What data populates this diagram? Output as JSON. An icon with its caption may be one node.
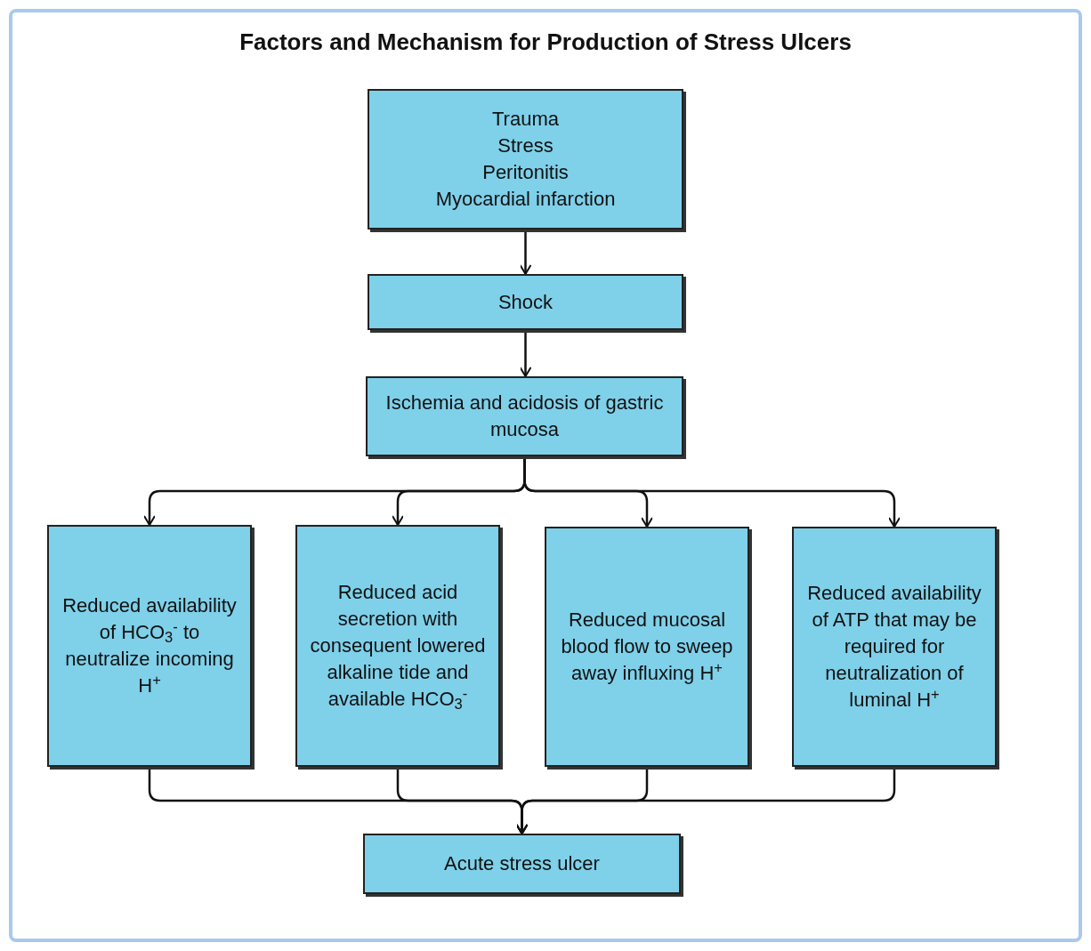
{
  "diagram": {
    "title": "Factors and Mechanism for Production of Stress Ulcers",
    "nodes": [
      {
        "text": [
          "Trauma",
          "Stress",
          "Peritonitis",
          "Myocardial infarction"
        ]
      },
      {
        "text": [
          "Shock"
        ]
      },
      {
        "text": [
          "Ischemia and acidosis of gastric mucosa"
        ]
      },
      {
        "text": [
          "Reduced availability of HCO$_{3}$$^{-}$ to neutralize incoming H$^{+}$"
        ]
      },
      {
        "text": [
          "Reduced acid secretion with consequent lowered alkaline tide and available HCO$_{3}$$^{-}$"
        ]
      },
      {
        "text": [
          "Reduced mucosal blood flow to sweep away influxing H$^{+}$"
        ]
      },
      {
        "text": [
          "Reduced availability of ATP that may be required for neutralization of luminal H$^{+}$"
        ]
      },
      {
        "text": [
          "Acute stress ulcer"
        ]
      }
    ],
    "edges": [
      {
        "from": 0,
        "to": 1,
        "arrow": "to"
      },
      {
        "from": 1,
        "to": 2,
        "arrow": "to"
      },
      {
        "from": 2,
        "to": 3,
        "arrow": "to"
      },
      {
        "from": 2,
        "to": 4,
        "arrow": "to"
      },
      {
        "from": 2,
        "to": 5,
        "arrow": "to"
      },
      {
        "from": 2,
        "to": 6,
        "arrow": "to"
      },
      {
        "from": 3,
        "to": 7,
        "arrow": "to"
      },
      {
        "from": 4,
        "to": 7,
        "arrow": "to"
      },
      {
        "from": 5,
        "to": 7,
        "arrow": "to"
      },
      {
        "from": 6,
        "to": 7,
        "arrow": "to"
      }
    ]
  }
}
